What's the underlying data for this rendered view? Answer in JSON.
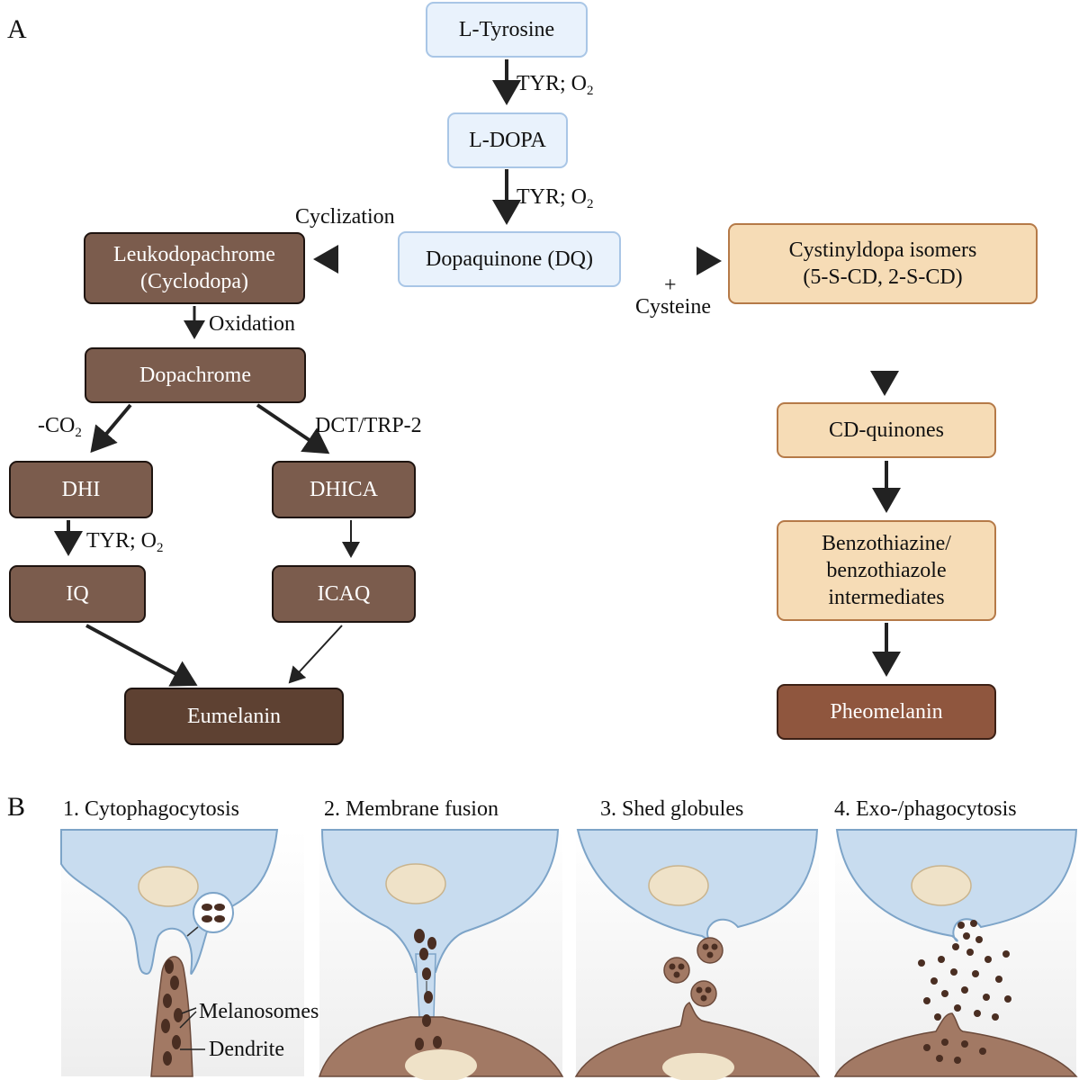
{
  "panels": {
    "a": "A",
    "b": "B"
  },
  "pathway": {
    "tyrosine": "L-Tyrosine",
    "ldopa": "L-DOPA",
    "dopaquinone": "Dopaquinone (DQ)",
    "leuko_line1": "Leukodopachrome",
    "leuko_line2": "(Cyclodopa)",
    "dopachrome": "Dopachrome",
    "dhi": "DHI",
    "dhica": "DHICA",
    "iq": "IQ",
    "icaq": "ICAQ",
    "eumelanin": "Eumelanin",
    "cysdopa_line1": "Cystinyldopa isomers",
    "cysdopa_line2": "(5-S-CD, 2-S-CD)",
    "cdquinones": "CD-quinones",
    "benzo_line1": "Benzothiazine/",
    "benzo_line2": "benzothiazole",
    "benzo_line3": "intermediates",
    "pheomelanin": "Pheomelanin"
  },
  "labels": {
    "tyr": "TYR; O",
    "o2_sub": "2",
    "cyclization": "Cyclization",
    "plus": "+",
    "cysteine": "Cysteine",
    "oxidation": "Oxidation",
    "minus_co": "-CO",
    "dct": "DCT/TRP-2"
  },
  "transfer": {
    "stage1": "1. Cytophagocytosis",
    "stage2": "2. Membrane fusion",
    "stage3": "3. Shed globules",
    "stage4": "4. Exo-/phagocytosis",
    "melanosomes": "Melanosomes",
    "dendrite": "Dendrite"
  },
  "colors": {
    "cell_blue": "#c8dcef",
    "nucleus": "#efe2c8",
    "keratinocyte": "#a27964",
    "melanosome": "#4a2e22"
  }
}
